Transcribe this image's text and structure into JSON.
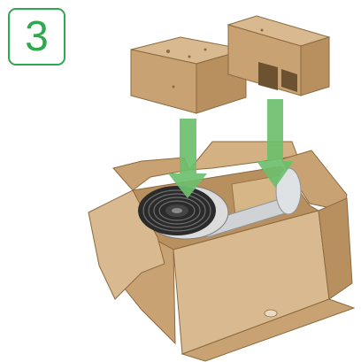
{
  "step": {
    "number": "3"
  },
  "colors": {
    "badge_accent": "#2fa84f",
    "arrow": "#6cbf6c",
    "cardboard_light": "#d9b98f",
    "cardboard_mid": "#c9a273",
    "cardboard_dark": "#a8804f",
    "cardboard_shadow": "#8c6a40",
    "speaker_dark": "#2b2b2b",
    "metal": "#cfd3d6"
  },
  "illustration": {
    "icons": [
      "packing-insert-square",
      "packing-insert-u-channel",
      "down-arrow",
      "down-arrow",
      "open-cardboard-box",
      "radial-fin-heatsink",
      "metal-stand-arm"
    ]
  }
}
